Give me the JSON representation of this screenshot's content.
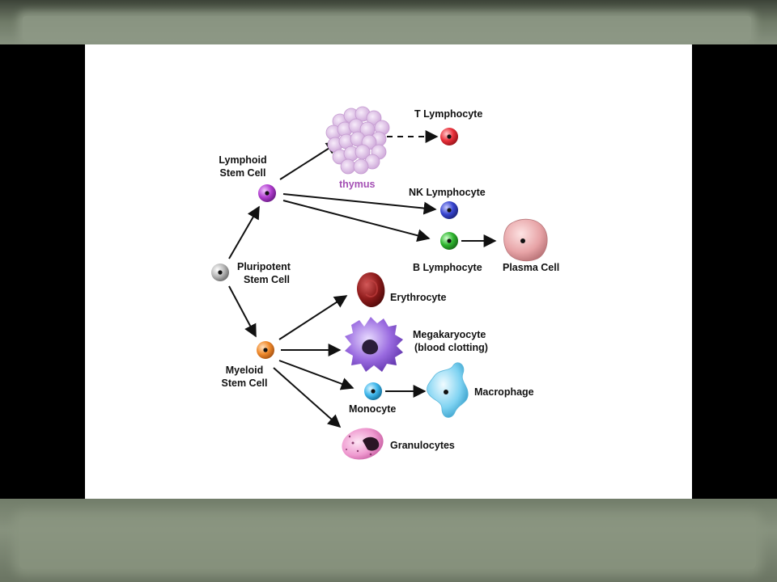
{
  "labels": {
    "t_lymphocyte": "T Lymphocyte",
    "lymphoid_line1": "Lymphoid",
    "lymphoid_line2": "Stem Cell",
    "thymus": "thymus",
    "nk_lymphocyte": "NK Lymphocyte",
    "pluripotent_line1": "Pluripotent",
    "pluripotent_line2": "Stem Cell",
    "b_lymphocyte": "B Lymphocyte",
    "plasma_cell": "Plasma Cell",
    "erythrocyte": "Erythrocyte",
    "megakaryocyte_line1": "Megakaryocyte",
    "megakaryocyte_line2": "(blood clotting)",
    "myeloid_line1": "Myeloid",
    "myeloid_line2": "Stem Cell",
    "monocyte": "Monocyte",
    "macrophage": "Macrophage",
    "granulocytes": "Granulocytes"
  },
  "colors": {
    "pluripotent": "#9a9a9a",
    "lymphoid": "#b23fd0",
    "myeloid": "#f08a2c",
    "t_lymphocyte": "#e8303a",
    "nk_lymphocyte": "#3845d0",
    "b_lymphocyte": "#2fb52f",
    "plasma_cell": "#e7a3a6",
    "erythrocyte": "#8e1b1b",
    "megakaryocyte": "#9a6be0",
    "monocyte": "#3fb7ec",
    "macrophage": "#7fd3f2",
    "granulocytes": "#ef9ad0",
    "thymus": "#dfc0e6"
  }
}
